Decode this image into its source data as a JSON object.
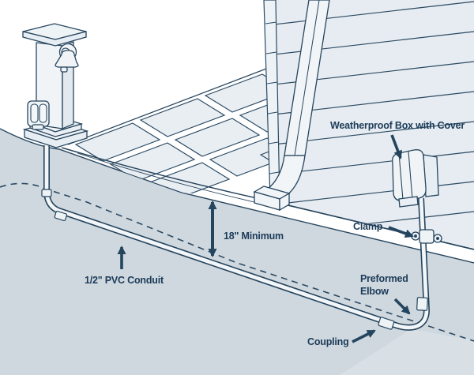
{
  "diagram": {
    "subject": "underground-pvc-conduit-installation",
    "labels": {
      "weatherproof_box": "Weatherproof Box with Cover",
      "clamp": "Clamp",
      "depth_minimum": "18\" Minimum",
      "pvc_conduit": "1/2\" PVC Conduit",
      "preformed_elbow": [
        "Preformed",
        "Elbow"
      ],
      "coupling": "Coupling"
    },
    "palette": {
      "outline": "#27455e",
      "label_text": "#1c3b58",
      "arrow": "#24455e",
      "earth": "#cfd8df",
      "earth_light": "#d8e0e5",
      "paver": "#e9eef3",
      "siding": "#e6ecf1",
      "fixture": "#f1f5f8",
      "background": "#ffffff"
    }
  }
}
